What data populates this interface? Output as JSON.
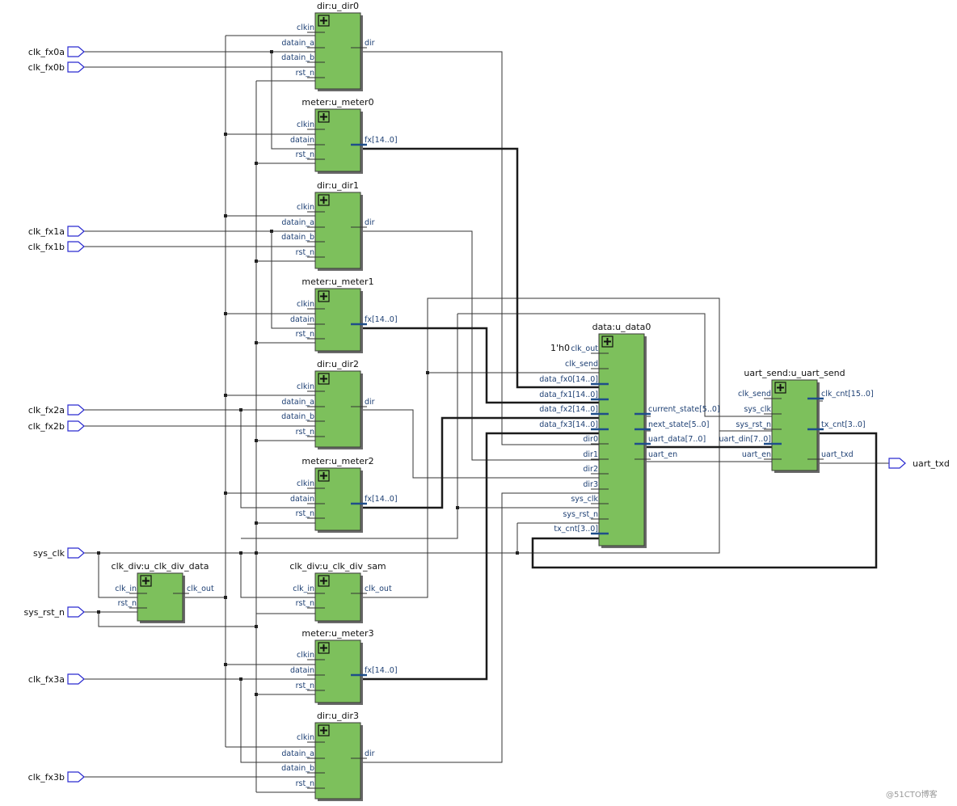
{
  "ports_in": [
    {
      "id": "clk_fx0a",
      "label": "clk_fx0a"
    },
    {
      "id": "clk_fx0b",
      "label": "clk_fx0b"
    },
    {
      "id": "clk_fx1a",
      "label": "clk_fx1a"
    },
    {
      "id": "clk_fx1b",
      "label": "clk_fx1b"
    },
    {
      "id": "clk_fx2a",
      "label": "clk_fx2a"
    },
    {
      "id": "clk_fx2b",
      "label": "clk_fx2b"
    },
    {
      "id": "sys_clk",
      "label": "sys_clk"
    },
    {
      "id": "sys_rst_n",
      "label": "sys_rst_n"
    },
    {
      "id": "clk_fx3a",
      "label": "clk_fx3a"
    },
    {
      "id": "clk_fx3b",
      "label": "clk_fx3b"
    }
  ],
  "ports_out": [
    {
      "id": "uart_txd",
      "label": "uart_txd"
    }
  ],
  "blocks": [
    {
      "id": "u_dir0",
      "title": "dir:u_dir0",
      "inputs": [
        "clkin",
        "datain_a",
        "datain_b",
        "rst_n"
      ],
      "outputs": [
        "dir"
      ]
    },
    {
      "id": "u_meter0",
      "title": "meter:u_meter0",
      "inputs": [
        "clkin",
        "datain",
        "rst_n"
      ],
      "outputs": [
        "fx[14..0]"
      ]
    },
    {
      "id": "u_dir1",
      "title": "dir:u_dir1",
      "inputs": [
        "clkin",
        "datain_a",
        "datain_b",
        "rst_n"
      ],
      "outputs": [
        "dir"
      ]
    },
    {
      "id": "u_meter1",
      "title": "meter:u_meter1",
      "inputs": [
        "clkin",
        "datain",
        "rst_n"
      ],
      "outputs": [
        "fx[14..0]"
      ]
    },
    {
      "id": "u_dir2",
      "title": "dir:u_dir2",
      "inputs": [
        "clkin",
        "datain_a",
        "datain_b",
        "rst_n"
      ],
      "outputs": [
        "dir"
      ]
    },
    {
      "id": "u_meter2",
      "title": "meter:u_meter2",
      "inputs": [
        "clkin",
        "datain",
        "rst_n"
      ],
      "outputs": [
        "fx[14..0]"
      ]
    },
    {
      "id": "u_clk_div_data",
      "title": "clk_div:u_clk_div_data",
      "inputs": [
        "clk_in",
        "rst_n"
      ],
      "outputs": [
        "clk_out"
      ]
    },
    {
      "id": "u_clk_div_sam",
      "title": "clk_div:u_clk_div_sam",
      "inputs": [
        "clk_in",
        "rst_n"
      ],
      "outputs": [
        "clk_out"
      ]
    },
    {
      "id": "u_meter3",
      "title": "meter:u_meter3",
      "inputs": [
        "clkin",
        "datain",
        "rst_n"
      ],
      "outputs": [
        "fx[14..0]"
      ]
    },
    {
      "id": "u_dir3",
      "title": "dir:u_dir3",
      "inputs": [
        "clkin",
        "datain_a",
        "datain_b",
        "rst_n"
      ],
      "outputs": [
        "dir"
      ]
    },
    {
      "id": "u_data0",
      "title": "data:u_data0",
      "const_label": "1'h0",
      "inputs": [
        "clk_out",
        "clk_send",
        "data_fx0[14..0]",
        "data_fx1[14..0]",
        "data_fx2[14..0]",
        "data_fx3[14..0]",
        "dir0",
        "dir1",
        "dir2",
        "dir3",
        "sys_clk",
        "sys_rst_n",
        "tx_cnt[3..0]"
      ],
      "outputs": [
        "current_state[5..0]",
        "next_state[5..0]",
        "uart_data[7..0]",
        "uart_en"
      ]
    },
    {
      "id": "u_uart_send",
      "title": "uart_send:u_uart_send",
      "inputs": [
        "clk_send",
        "sys_clk",
        "sys_rst_n",
        "uart_din[7..0]",
        "uart_en"
      ],
      "outputs": [
        "clk_cnt[15..0]",
        "tx_cnt[3..0]",
        "uart_txd"
      ]
    }
  ],
  "watermark": "@51CTO博客",
  "colors": {
    "block_fill": "#7dc05c",
    "block_border": "#3a3a3a",
    "wire": "#1b1b1b",
    "label": "#1d3f73",
    "port": "#2a2ad0"
  }
}
